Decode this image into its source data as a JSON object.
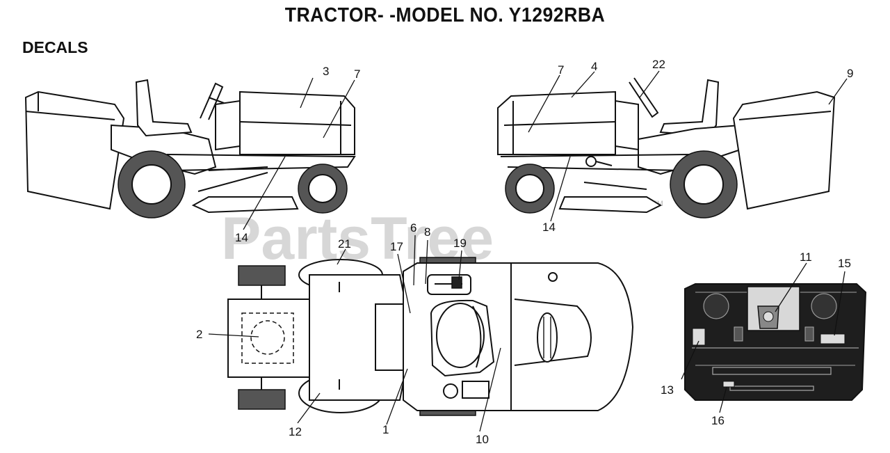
{
  "header": {
    "title": "TRACTOR- -MODEL NO. Y1292RBA"
  },
  "section": {
    "label": "DECALS"
  },
  "watermark": {
    "text": "PartsTree",
    "mark": "TM"
  },
  "callouts": {
    "c1": "1",
    "c2": "2",
    "c3": "3",
    "c4": "4",
    "c6": "6",
    "c7a": "7",
    "c7b": "7",
    "c8": "8",
    "c9": "9",
    "c10": "10",
    "c11": "11",
    "c12": "12",
    "c13": "13",
    "c14a": "14",
    "c14b": "14",
    "c15": "15",
    "c16": "16",
    "c17": "17",
    "c19": "19",
    "c21": "21",
    "c22": "22"
  }
}
